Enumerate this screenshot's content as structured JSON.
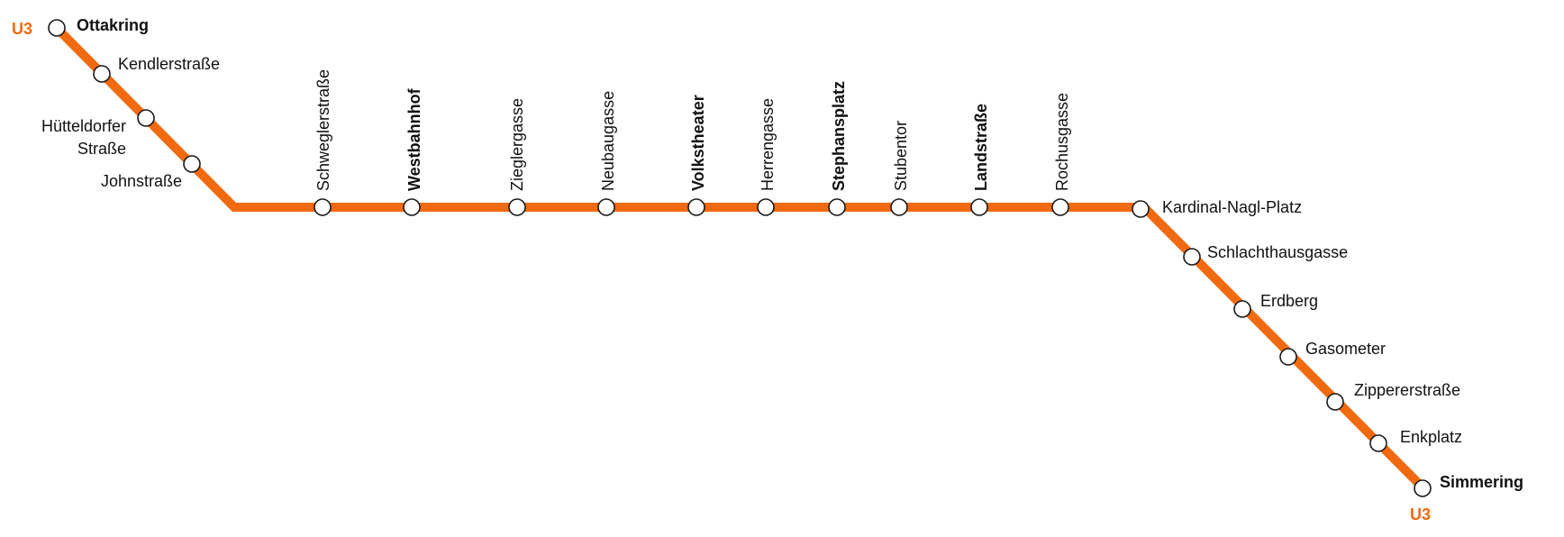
{
  "line": {
    "name": "U3",
    "color": "#f26a10"
  },
  "stations": [
    {
      "name": "Ottakring",
      "major": true
    },
    {
      "name": "Kendlerstraße",
      "major": false
    },
    {
      "name": "Hütteldorfer Straße",
      "lines": [
        "Hütteldorfer",
        "Straße"
      ],
      "major": false
    },
    {
      "name": "Johnstraße",
      "major": false
    },
    {
      "name": "Schweglerstraße",
      "major": false
    },
    {
      "name": "Westbahnhof",
      "major": true
    },
    {
      "name": "Zieglergasse",
      "major": false
    },
    {
      "name": "Neubaugasse",
      "major": false
    },
    {
      "name": "Volkstheater",
      "major": true
    },
    {
      "name": "Herrengasse",
      "major": false
    },
    {
      "name": "Stephansplatz",
      "major": true
    },
    {
      "name": "Stubentor",
      "major": false
    },
    {
      "name": "Landstraße",
      "major": true
    },
    {
      "name": "Rochusgasse",
      "major": false
    },
    {
      "name": "Kardinal-Nagl-Platz",
      "major": false
    },
    {
      "name": "Schlachthausgasse",
      "major": false
    },
    {
      "name": "Erdberg",
      "major": false
    },
    {
      "name": "Gasometer",
      "major": false
    },
    {
      "name": "Zippererstraße",
      "major": false
    },
    {
      "name": "Enkplatz",
      "major": false
    },
    {
      "name": "Simmering",
      "major": true
    }
  ]
}
